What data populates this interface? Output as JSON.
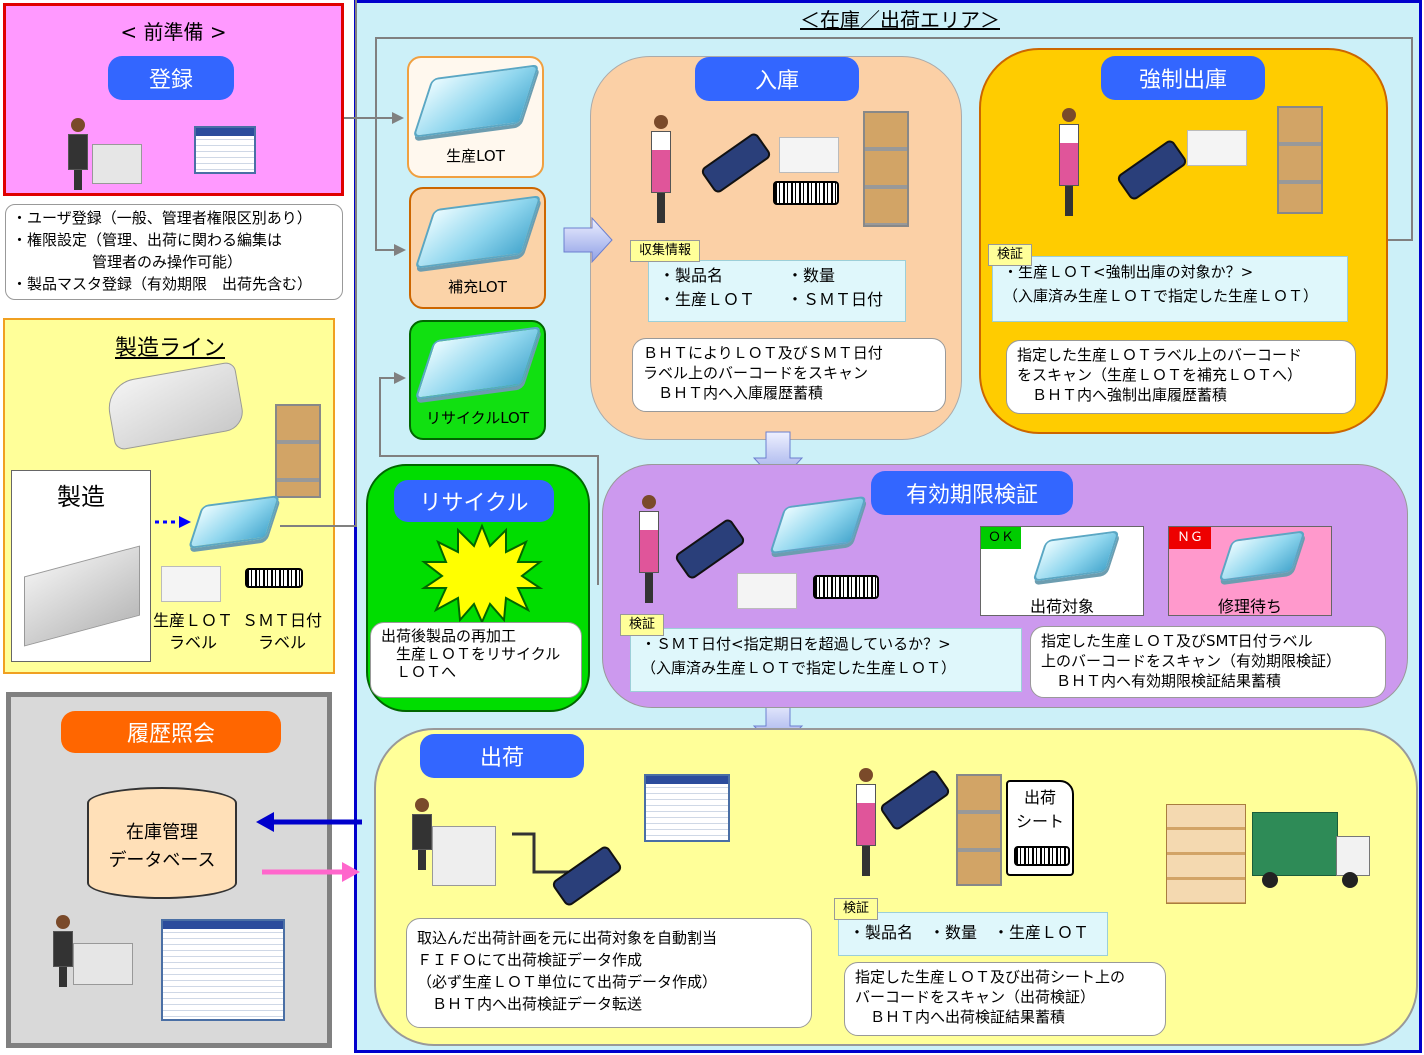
{
  "prep": {
    "title": "< 前準備 >",
    "register": "登録",
    "notes": [
      "・ユーザ登録（一般、管理者権限区別あり）",
      "・権限設定（管理、出荷に関わる編集は",
      "管理者のみ操作可能）",
      "・製品マスタ登録（有効期限　出荷先含む）"
    ]
  },
  "line": {
    "title": "製造ライン",
    "manufacture": "製造",
    "label1": "生産ＬＯＴ\nラベル",
    "label2": "ＳＭＴ日付\nラベル"
  },
  "history": {
    "title": "履歴照会",
    "db": "在庫管理\nデータベース"
  },
  "area": {
    "title": "＜在庫／出荷エリア＞"
  },
  "lots": {
    "production": "生産LOT",
    "supplement": "補充LOT",
    "recycle": "リサイクルLOT"
  },
  "receiving": {
    "title": "入庫",
    "tag": "収集情報",
    "info": "・製品名　　　　・数量\n・生産ＬＯＴ　　・ＳＭＴ日付",
    "note": "ＢＨＴによりＬＯＴ及びＳＭＴ日付\nラベル上のバーコードをスキャン\n　ＢＨＴ内へ入庫履歴蓄積"
  },
  "forced": {
    "title": "強制出庫",
    "tag": "検証",
    "info": "・生産ＬＯＴ<強制出庫の対象か？>\n（入庫済み生産ＬＯＴで指定した生産ＬＯＴ）",
    "note": "指定した生産ＬＯＴラベル上のバーコード\nをスキャン（生産ＬＯＴを補充ＬＯＴへ）\n　ＢＨＴ内へ強制出庫履歴蓄積"
  },
  "recycle": {
    "title": "リサイクル",
    "note": "出荷後製品の再加工\n　生産ＬＯＴをリサイクル\n　ＬＯＴへ"
  },
  "expiry": {
    "title": "有効期限検証",
    "ok": "ＯＫ",
    "ok_label": "出荷対象",
    "ng": "ＮＧ",
    "ng_label": "修理待ち",
    "tag": "検証",
    "info": "・ＳＭＴ日付<指定期日を超過しているか？>\n（入庫済み生産ＬＯＴで指定した生産ＬＯＴ）",
    "note": "指定した生産ＬＯＴ及びSMT日付ラベル\n上のバーコードをスキャン（有効期限検証）\n　ＢＨＴ内へ有効期限検証結果蓄積"
  },
  "shipping": {
    "title": "出荷",
    "sheet": "出荷\nシート",
    "tag": "検証",
    "info": "・製品名　・数量　・生産ＬＯＴ",
    "note_left": "取込んだ出荷計画を元に出荷対象を自動割当\nＦＩＦＯにて出荷検証データ作成\n（必ず生産ＬＯＴ単位にて出荷データ作成）\n　ＢＨＴ内へ出荷検証データ転送",
    "note_right": "指定した生産ＬＯＴ及び出荷シート上の\nバーコードをスキャン（出荷検証）\n　ＢＨＴ内へ出荷検証結果蓄積"
  },
  "colors": {
    "pill": "#3366ff",
    "orange_pill": "#ff6600",
    "receiving_bg": "#fbd0a6",
    "forced_bg": "#ffcc00",
    "expiry_bg": "#cc99ee",
    "shipping_bg": "#ffff99",
    "recycle_bg": "#00dd00",
    "prep_bg": "#ff99ff",
    "line_bg": "#ffff99",
    "history_bg": "#d9d9d9",
    "area_border": "#0000cc"
  }
}
